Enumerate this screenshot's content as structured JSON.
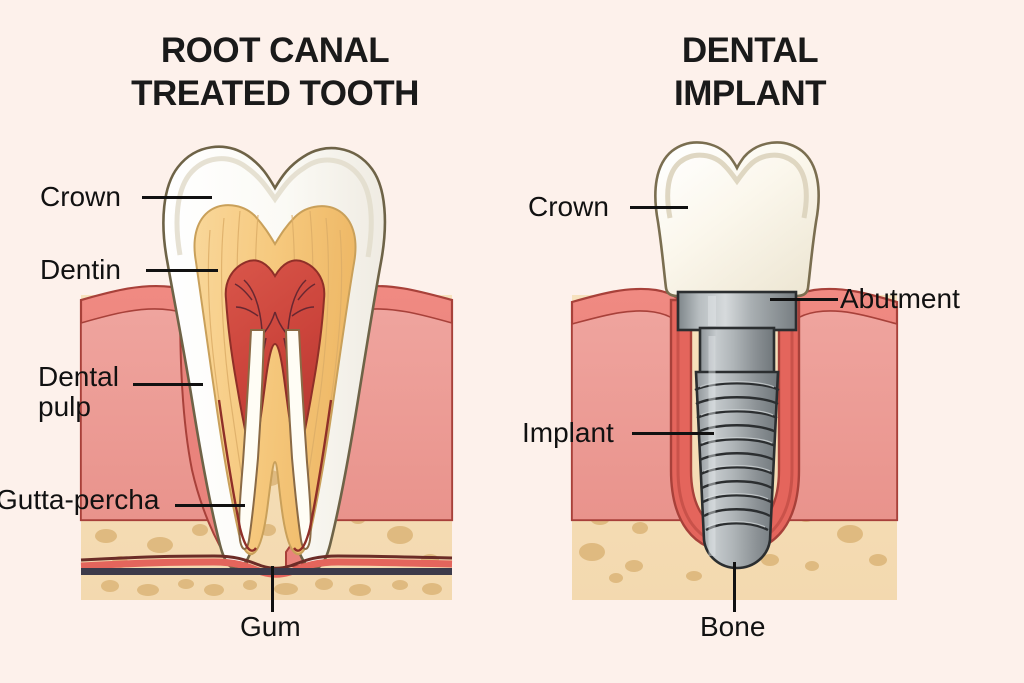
{
  "background_color": "#FDF1EB",
  "panels": [
    {
      "id": "root-canal",
      "title": "ROOT CANAL\nTREATED TOOTH",
      "labels": [
        {
          "key": "crown",
          "text": "Crown"
        },
        {
          "key": "dentin",
          "text": "Dentin"
        },
        {
          "key": "dental-pulp",
          "text": "Dental\npulp"
        },
        {
          "key": "gutta-percha",
          "text": "Gutta-percha"
        },
        {
          "key": "gum",
          "text": "Gum"
        }
      ]
    },
    {
      "id": "dental-implant",
      "title": "DENTAL\nIMPLANT",
      "labels": [
        {
          "key": "crown",
          "text": "Crown"
        },
        {
          "key": "abutment",
          "text": "Abutment"
        },
        {
          "key": "implant",
          "text": "Implant"
        },
        {
          "key": "bone",
          "text": "Bone"
        }
      ]
    }
  ],
  "colors": {
    "background": "#FDF1EB",
    "title_text": "#1A1A1A",
    "label_text": "#111111",
    "leader_line": "#111111",
    "enamel_fill": "#FBFAF6",
    "enamel_outline": "#6E6347",
    "dentin_fill": "#F6C97E",
    "dentin_outline": "#C9A05A",
    "pulp_fill": "#CE4A40",
    "pulp_outline": "#8F2F28",
    "gum_top": "#EE7E77",
    "gum_mid": "#E8837E",
    "gum_outline": "#A8413A",
    "bone_fill": "#F5DDB5",
    "bone_speck": "#DEB97E",
    "bone_outline": "#C9A05A",
    "dark_band": "#3C3A4A",
    "metal_light": "#CFD2D4",
    "metal_mid": "#9AA0A3",
    "metal_dark": "#6E7478",
    "metal_outline": "#2B2E30",
    "gutta_percha": "#FFFDF5",
    "crown_ceramic": "#FAF6EA"
  }
}
